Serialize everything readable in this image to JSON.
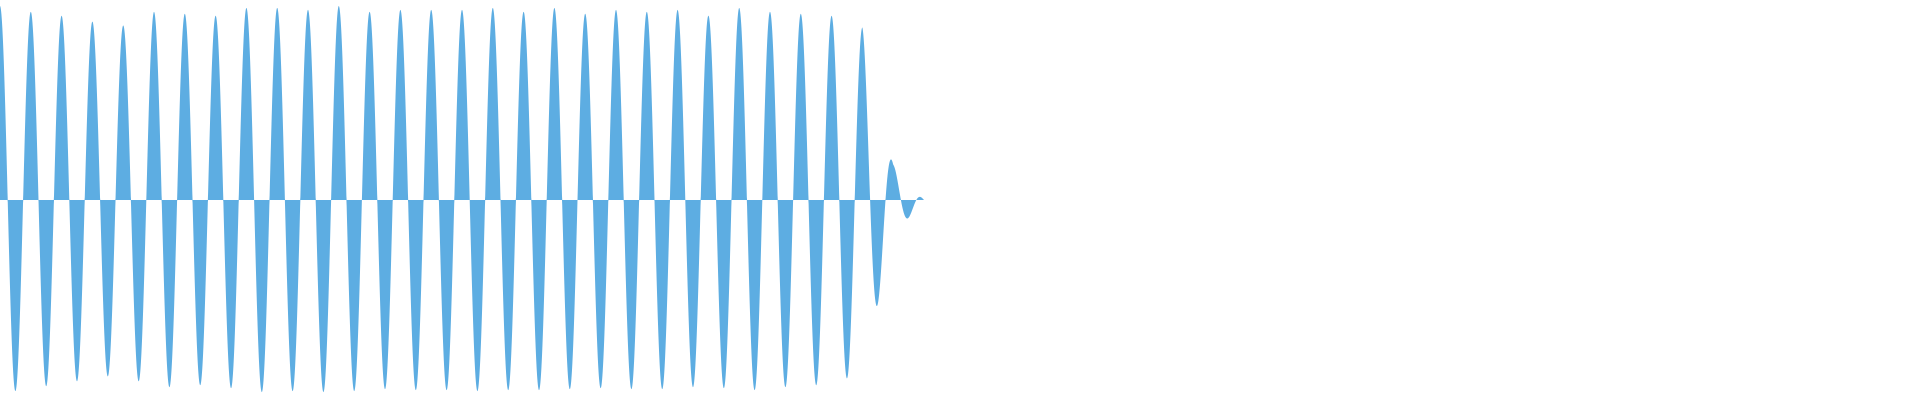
{
  "waveform": {
    "color": "#5dade2",
    "background": "#ffffff",
    "peaks": [
      0.99,
      0.96,
      0.94,
      0.91,
      0.89,
      0.96,
      0.95,
      0.94,
      0.98,
      0.98,
      0.97,
      0.99,
      0.96,
      0.97,
      0.97,
      0.97,
      0.98,
      0.96,
      0.98,
      0.95,
      0.97,
      0.96,
      0.97,
      0.94,
      0.98,
      0.96,
      0.95,
      0.94,
      0.88,
      0.18,
      0.0
    ]
  }
}
